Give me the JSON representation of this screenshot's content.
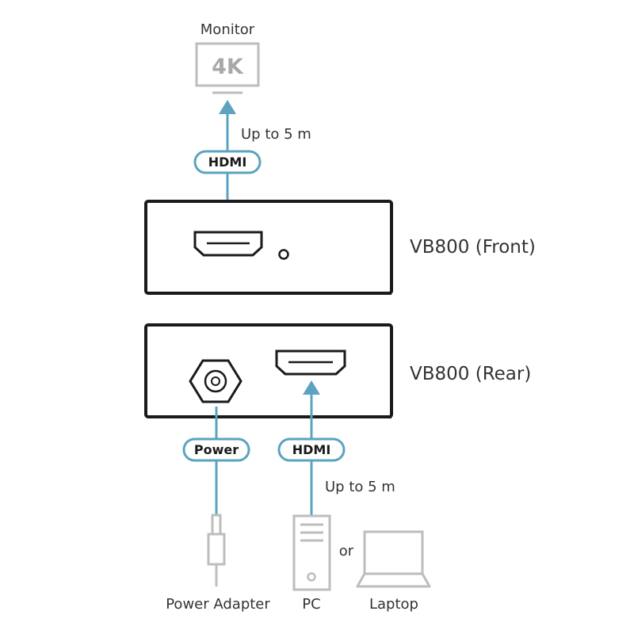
{
  "monitor": {
    "label": "Monitor",
    "resolution": "4K"
  },
  "top_link": {
    "cable": "HDMI",
    "distance": "Up to 5 m"
  },
  "front_unit": {
    "label": "VB800 (Front)"
  },
  "rear_unit": {
    "label": "VB800 (Rear)"
  },
  "power_link": {
    "cable": "Power"
  },
  "bottom_link": {
    "cable": "HDMI",
    "distance": "Up to 5 m"
  },
  "sources": {
    "power_adapter": "Power Adapter",
    "pc": "PC",
    "or": "or",
    "laptop": "Laptop"
  },
  "colors": {
    "cable": "#5ba3c0",
    "outline": "#1a1a1a",
    "device": "#bdbdbd"
  }
}
